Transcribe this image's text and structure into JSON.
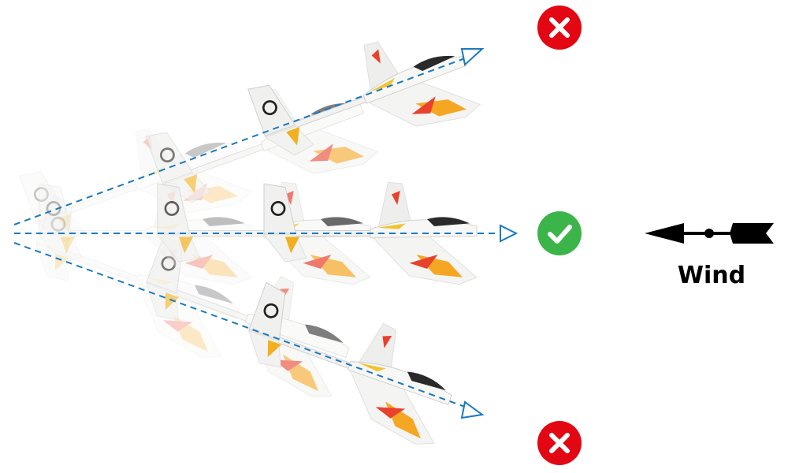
{
  "wind": {
    "label": "Wind"
  },
  "trajectories": [
    {
      "id": "upper",
      "result": "wrong",
      "icon": "x-icon",
      "color": "#e30613"
    },
    {
      "id": "middle",
      "result": "correct",
      "icon": "check-icon",
      "color": "#3bb54a"
    },
    {
      "id": "lower",
      "result": "wrong",
      "icon": "x-icon",
      "color": "#e30613"
    }
  ],
  "colors": {
    "trajectory_line": "#1a7abf",
    "wrong": "#e30613",
    "correct": "#3bb54a",
    "wind_arrow": "#000000"
  }
}
